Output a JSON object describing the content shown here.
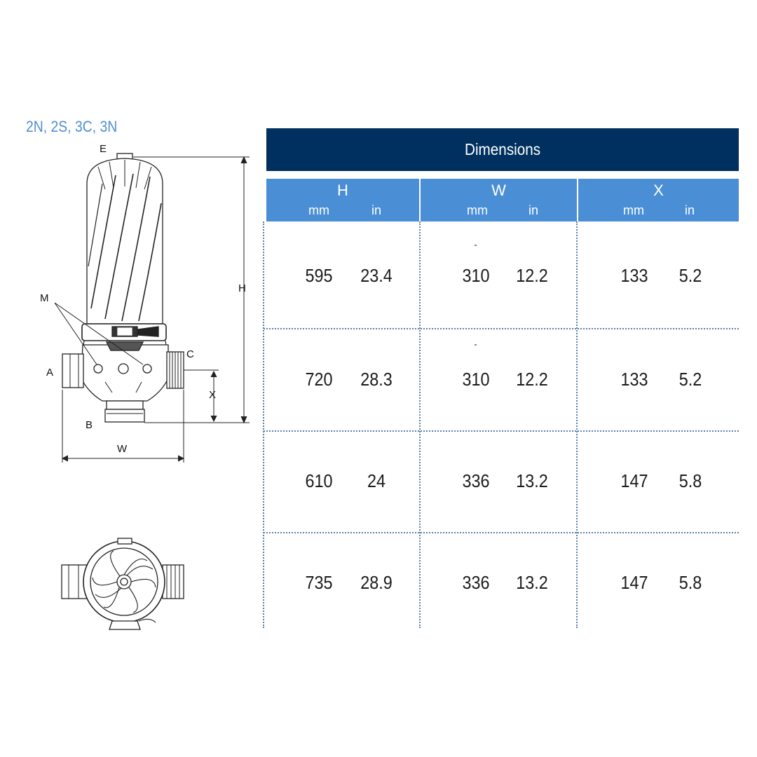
{
  "models_label": "2N, 2S, 3C, 3N",
  "drawing_labels": {
    "e": "E",
    "h": "H",
    "m": "M",
    "a": "A",
    "c": "C",
    "x": "X",
    "b": "B",
    "w": "W"
  },
  "table": {
    "title": "Dimensions",
    "columns": [
      {
        "name": "H",
        "unit_mm": "mm",
        "unit_in": "in"
      },
      {
        "name": "W",
        "unit_mm": "mm",
        "unit_in": "in"
      },
      {
        "name": "X",
        "unit_mm": "mm",
        "unit_in": "in"
      }
    ],
    "rows": [
      {
        "h_mm": "595",
        "h_in": "23.4",
        "w_mm": "310",
        "w_in": "12.2",
        "x_mm": "133",
        "x_in": "5.2"
      },
      {
        "h_mm": "720",
        "h_in": "28.3",
        "w_mm": "310",
        "w_in": "12.2",
        "x_mm": "133",
        "x_in": "5.2"
      },
      {
        "h_mm": "610",
        "h_in": "24",
        "w_mm": "336",
        "w_in": "13.2",
        "x_mm": "147",
        "x_in": "5.8"
      },
      {
        "h_mm": "735",
        "h_in": "28.9",
        "w_mm": "336",
        "w_in": "13.2",
        "x_mm": "147",
        "x_in": "5.8"
      }
    ]
  },
  "colors": {
    "title_bar": "#00305f",
    "header_row": "#4a8fd6",
    "models_text": "#4f8fd0",
    "grid_dots": "#5a7fae"
  }
}
